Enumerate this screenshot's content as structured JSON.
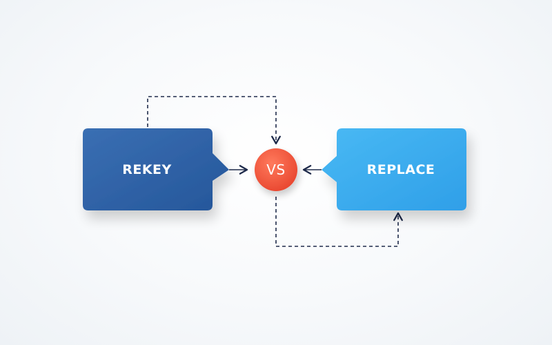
{
  "diagram": {
    "left_node": {
      "label": "REKEY",
      "color": "#2f62a5"
    },
    "right_node": {
      "label": "REPLACE",
      "color": "#3aa9ee"
    },
    "center_node": {
      "label": "VS",
      "color": "#f0573f"
    },
    "connector_color": "#1e2a4a"
  }
}
